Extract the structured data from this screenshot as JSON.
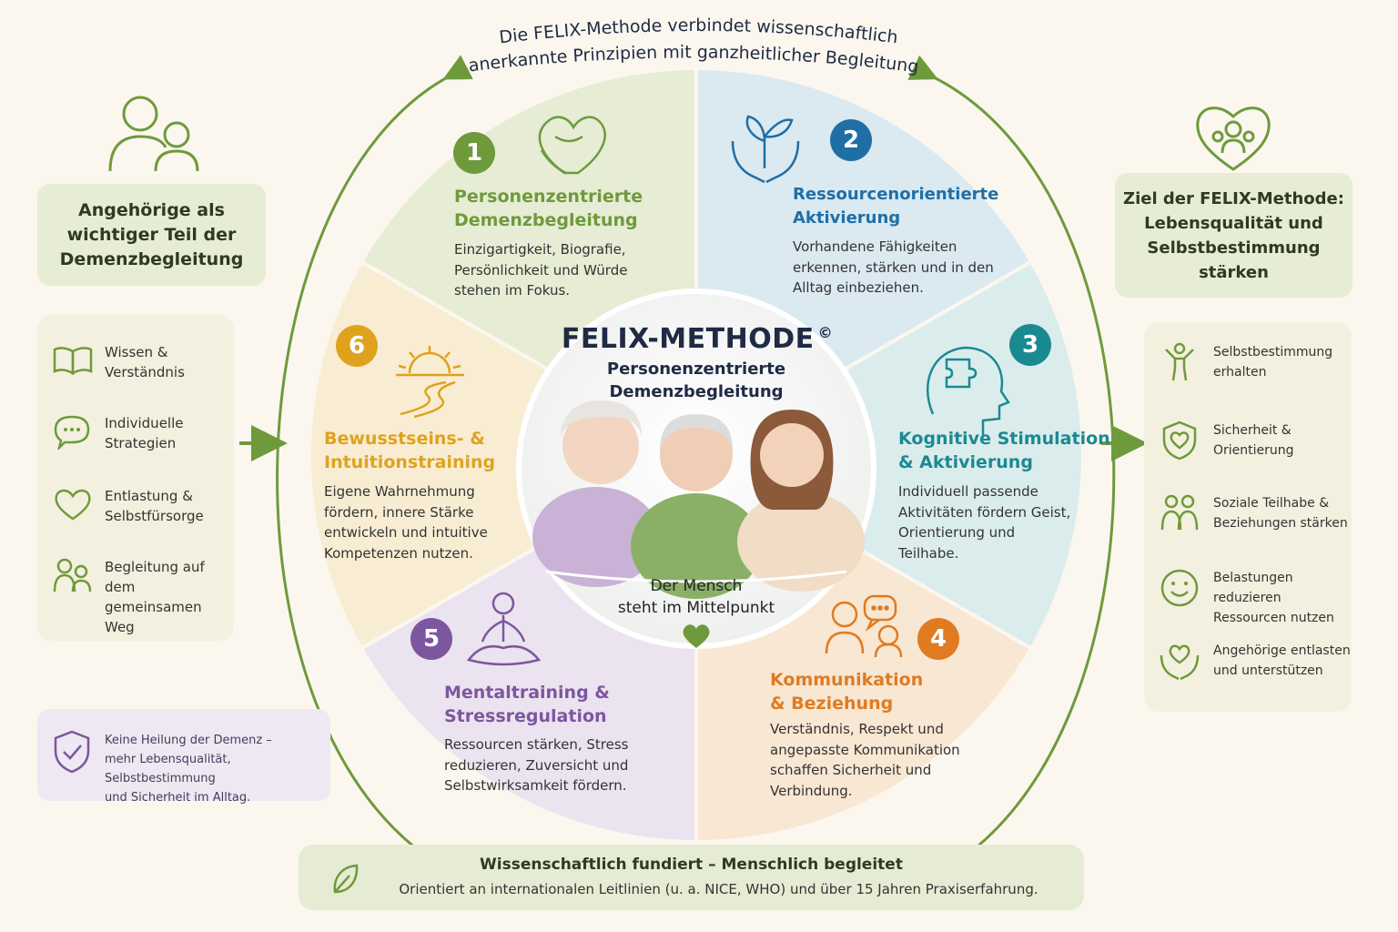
{
  "header": {
    "arc_line1": "Die FELIX-Methode verbindet wissenschaftlich",
    "arc_line2": "anerkannte Prinzipien mit ganzheitlicher Begleitung."
  },
  "center": {
    "title": "FELIX-METHODE",
    "copyright": "©",
    "subtitle": "Personenzentrierte\nDemenzbegleitung",
    "bottom_text": "Der Mensch\nsteht im Mittelpunkt"
  },
  "segments": [
    {
      "number": "1",
      "title": "Personenzentrierte\nDemenzbegleitung",
      "description": "Einzigartigkeit, Biografie,\nPersönlichkeit und Würde\nstehen im Fokus.",
      "color": "#6f9a3c",
      "icon": "heart-hands-icon"
    },
    {
      "number": "2",
      "title": "Ressourcenorientierte\nAktivierung",
      "description": "Vorhandene Fähigkeiten\nerkennen, stärken und in den\nAlltag einbeziehen.",
      "color": "#1f6fa6",
      "icon": "plant-hands-icon"
    },
    {
      "number": "3",
      "title": "Kognitive Stimulation\n& Aktivierung",
      "description": "Individuell passende\nAktivitäten fördern Geist,\nOrientierung und\nTeilhabe.",
      "color": "#1a8a92",
      "icon": "head-puzzle-icon"
    },
    {
      "number": "4",
      "title": "Kommunikation\n& Beziehung",
      "description": "Verständnis, Respekt und\nangepasste Kommunikation\nschaffen Sicherheit und\nVerbindung.",
      "color": "#e07b22",
      "icon": "people-chat-icon"
    },
    {
      "number": "5",
      "title": "Mentaltraining &\nStressregulation",
      "description": "Ressourcen stärken, Stress\nreduzieren, Zuversicht und\nSelbstwirksamkeit fördern.",
      "color": "#7d56a0",
      "icon": "meditation-icon"
    },
    {
      "number": "6",
      "title": "Bewusstseins- &\nIntuitionstraining",
      "description": "Eigene Wahrnehmung\nfördern, innere Stärke\nentwickeln und intuitive\nKompetenzen nutzen.",
      "color": "#e0a21e",
      "icon": "sunrise-path-icon"
    }
  ],
  "left_panel": {
    "title": "Angehörige als\nwichtiger Teil der\nDemenzbegleitung",
    "items": [
      {
        "label": "Wissen &\nVerständnis",
        "icon": "book-icon"
      },
      {
        "label": "Individuelle\nStrategien",
        "icon": "chat-bubble-icon"
      },
      {
        "label": "Entlastung &\nSelbstfürsorge",
        "icon": "heart-icon"
      },
      {
        "label": "Begleitung auf\ndem gemeinsamen\nWeg",
        "icon": "people-icon"
      }
    ],
    "note": "Keine Heilung der Demenz –\nmehr Lebensqualität, Selbstbestimmung\nund Sicherheit im Alltag."
  },
  "right_panel": {
    "title": "Ziel der FELIX-Methode:\nLebensqualität und\nSelbstbestimmung\nstärken",
    "items": [
      {
        "label": "Selbstbestimmung\nerhalten",
        "icon": "person-arms-up-icon"
      },
      {
        "label": "Sicherheit &\nOrientierung",
        "icon": "shield-heart-icon"
      },
      {
        "label": "Soziale Teilhabe &\nBeziehungen stärken",
        "icon": "group-icon"
      },
      {
        "label": "Belastungen reduzieren\nRessourcen nutzen",
        "icon": "smiley-icon"
      },
      {
        "label": "Angehörige entlasten\nund unterstützen",
        "icon": "heart-hands-icon"
      }
    ]
  },
  "banner": {
    "title": "Wissenschaftlich fundiert – Menschlich begleitet",
    "text": "Orientiert an internationalen Leitlinien (u. a. NICE, WHO) und über 15 Jahren Praxiserfahrung.",
    "icon": "leaf-icon"
  },
  "colors": {
    "green": "#6f9a3c",
    "blue": "#1f6fa6",
    "teal": "#1a8a92",
    "orange": "#e07b22",
    "purple": "#7d56a0",
    "yellow": "#e0a21e"
  }
}
